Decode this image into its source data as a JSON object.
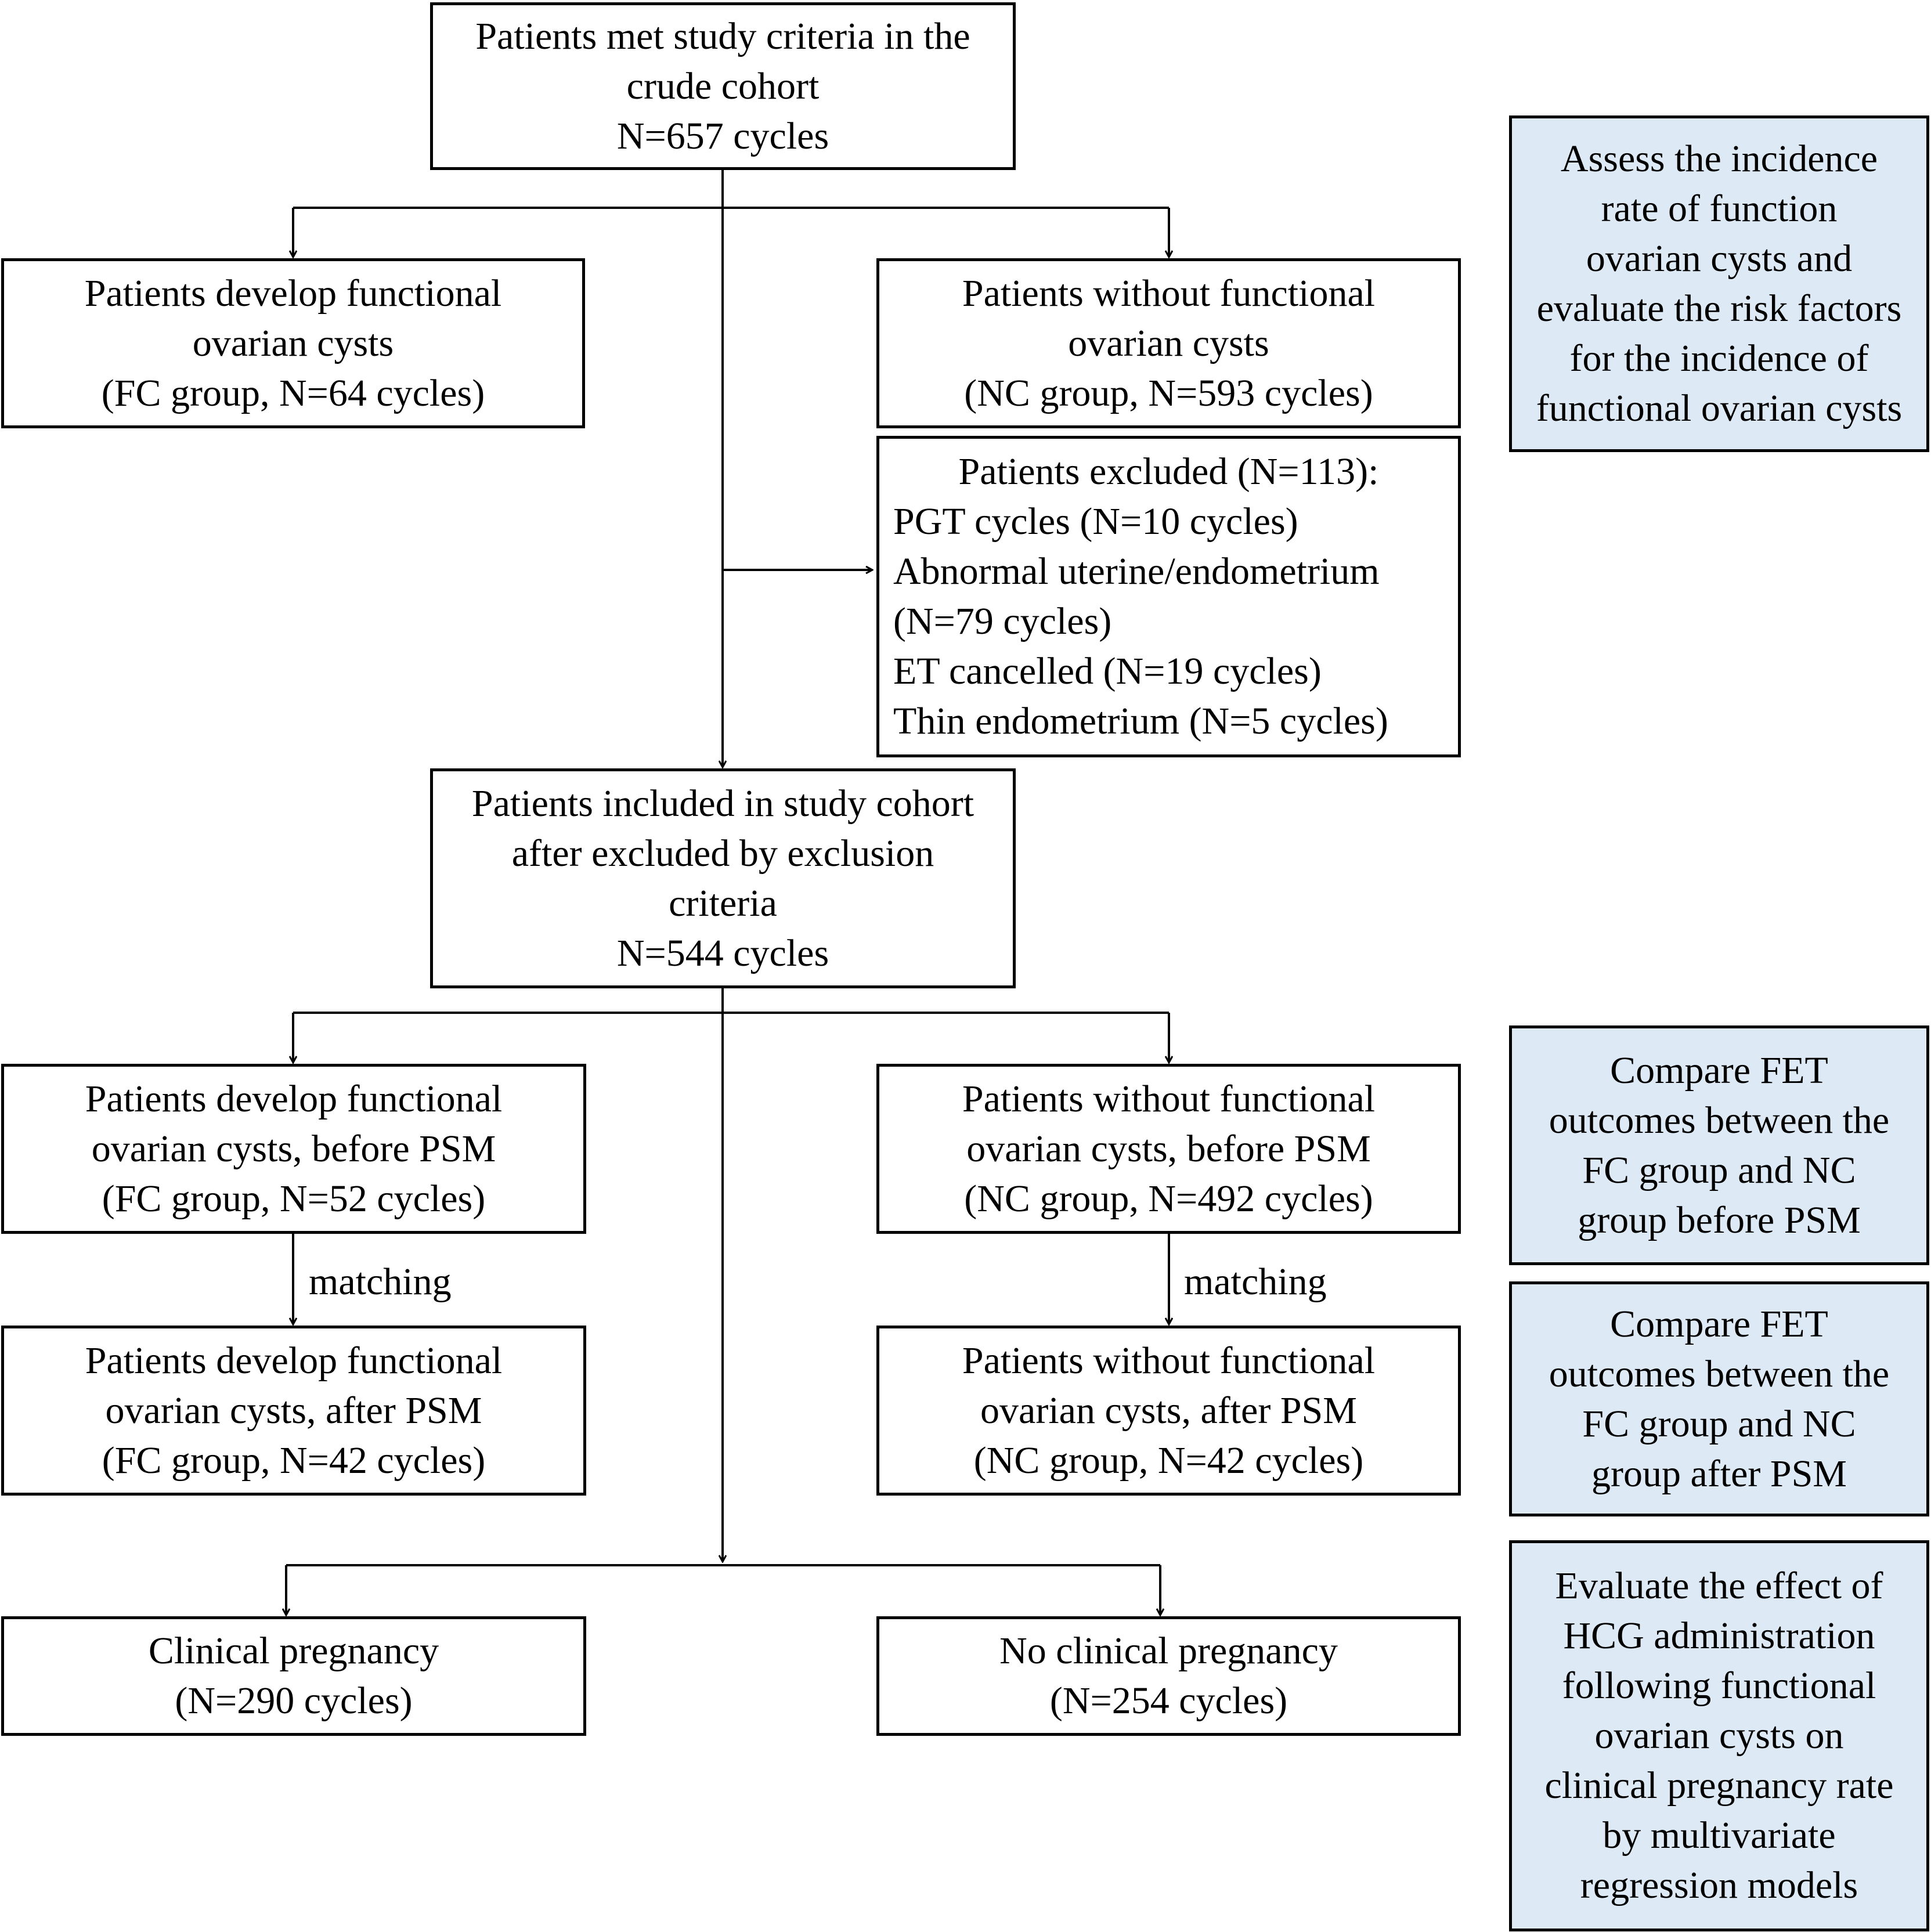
{
  "nodes": {
    "crude_cohort": {
      "lines": [
        "Patients met study criteria in the",
        "crude cohort",
        "N=657 cycles"
      ]
    },
    "fc_crude": {
      "lines": [
        "Patients develop functional",
        "ovarian cysts",
        "(FC group, N=64 cycles)"
      ]
    },
    "nc_crude": {
      "lines": [
        "Patients without functional",
        "ovarian cysts",
        "(NC group, N=593 cycles)"
      ]
    },
    "excluded": {
      "lines": [
        "Patients excluded (N=113):",
        "PGT cycles (N=10 cycles)",
        "Abnormal uterine/endometrium",
        "(N=79 cycles)",
        "ET cancelled (N=19 cycles)",
        "Thin endometrium (N=5 cycles)"
      ]
    },
    "study_cohort": {
      "lines": [
        "Patients included in study cohort",
        "after excluded by exclusion",
        "criteria",
        "N=544 cycles"
      ]
    },
    "fc_before_psm": {
      "lines": [
        "Patients develop functional",
        "ovarian cysts, before PSM",
        "(FC group, N=52 cycles)"
      ]
    },
    "nc_before_psm": {
      "lines": [
        "Patients without functional",
        "ovarian cysts, before PSM",
        "(NC group, N=492 cycles)"
      ]
    },
    "fc_after_psm": {
      "lines": [
        "Patients develop functional",
        "ovarian cysts, after PSM",
        "(FC group, N=42 cycles)"
      ]
    },
    "nc_after_psm": {
      "lines": [
        "Patients without functional",
        "ovarian cysts, after PSM",
        "(NC group, N=42 cycles)"
      ]
    },
    "clinical_pregnancy": {
      "lines": [
        "Clinical pregnancy",
        "(N=290 cycles)"
      ]
    },
    "no_clinical_pregnancy": {
      "lines": [
        "No clinical pregnancy",
        "(N=254 cycles)"
      ]
    }
  },
  "side_notes": {
    "incidence": {
      "lines": [
        "Assess the incidence",
        "rate of  function",
        "ovarian cysts and",
        "evaluate the risk factors",
        "for the incidence of",
        "functional ovarian cysts"
      ]
    },
    "before_psm": {
      "lines": [
        "Compare FET",
        "outcomes between the",
        "FC group and NC",
        "group before PSM"
      ]
    },
    "after_psm": {
      "lines": [
        "Compare FET",
        "outcomes between the",
        "FC group and NC",
        "group after PSM"
      ]
    },
    "hcg": {
      "lines": [
        "Evaluate the effect of",
        "HCG administration",
        "following functional",
        "ovarian cysts on",
        "clinical pregnancy rate",
        "by multivariate",
        "regression models"
      ]
    }
  },
  "edge_labels": {
    "matching_left": "matching",
    "matching_right": "matching"
  },
  "colors": {
    "line": "#000000",
    "box_fill": "#ffffff",
    "side_fill": "#dde9f5"
  }
}
